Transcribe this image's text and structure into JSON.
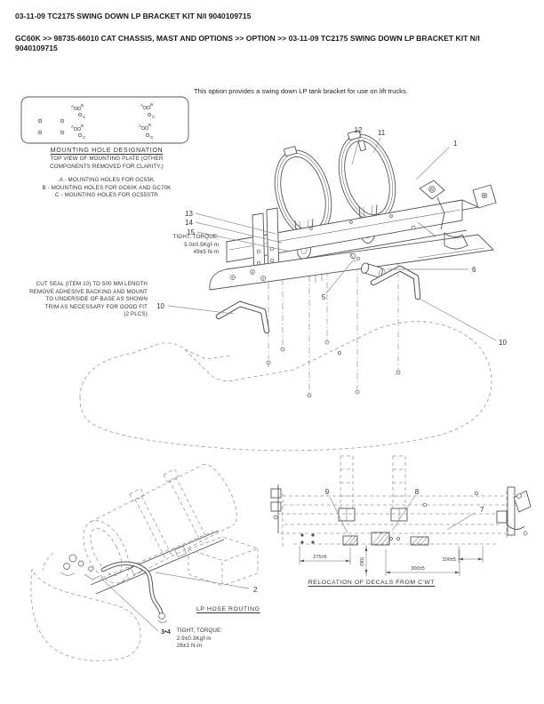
{
  "header": {
    "title": "03-11-09 TC2175 SWING DOWN LP BRACKET KIT N/I 9040109715",
    "breadcrumb": "GC60K >> 98735-66010 CAT CHASSIS, MAST AND OPTIONS >> OPTION >> 03-11-09 TC2175 SWING DOWN LP BRACKET KIT N/I 9040109715"
  },
  "intro": {
    "description": "This option provides a swing down LP tank bracket for use on lift trucks."
  },
  "mounting_inset": {
    "title": "MOUNTING HOLE DESIGNATION",
    "subtitle_1": "TOP VIEW OF MOUNTING PLATE (OTHER",
    "subtitle_2": "COMPONENTS REMOVED FOR CLARITY.)",
    "legend_a": "A - MOUNTING HOLES FOR GC55K",
    "legend_b": "B - MOUNTING HOLES FOR GC60K AND GC70K",
    "legend_c": "C - MOUNTING HOLES FOR GC55STR",
    "label_a": "A",
    "label_b": "B",
    "label_c": "C"
  },
  "main_view": {
    "callout_1": "1",
    "callout_5": "5",
    "callout_6": "6",
    "callout_10_left": "10",
    "callout_10_right": "10",
    "callout_11": "11",
    "callout_12": "12",
    "callout_13": "13",
    "callout_14": "14",
    "callout_15": "15",
    "torque_note": {
      "line1": "TIGHT, TORQUE:",
      "line2": "5.0±0.5Kgf-m",
      "line3": "49±5 N-m"
    },
    "cut_seal_note": {
      "line1": "CUT SEAL (ITEM 10) TO 500 MM LENGTH",
      "line2": "REMOVE ADHESIVE BACKING AND MOUNT",
      "line3": "TO UNDERSIDE OF BASE AS SHOWN",
      "line4": "TRIM AS NECESSARY FOR GOOD FIT",
      "line5": "(2 PLCS)"
    }
  },
  "hose_view": {
    "title": "LP HOSE ROUTING",
    "callout_2": "2",
    "callout_3_4": "3•4",
    "torque_note": {
      "line1": "TIGHT, TORQUE:",
      "line2": "2.9±0.3Kgf-m",
      "line3": "28±3 N-m"
    }
  },
  "decal_view": {
    "title": "RELOCATION OF DECALS FROM C'WT",
    "callout_7": "7",
    "callout_8": "8",
    "callout_9": "9",
    "dim_275": "275±5",
    "dim_90": "(90)",
    "dim_300": "300±5",
    "dim_100": "100±5"
  }
}
